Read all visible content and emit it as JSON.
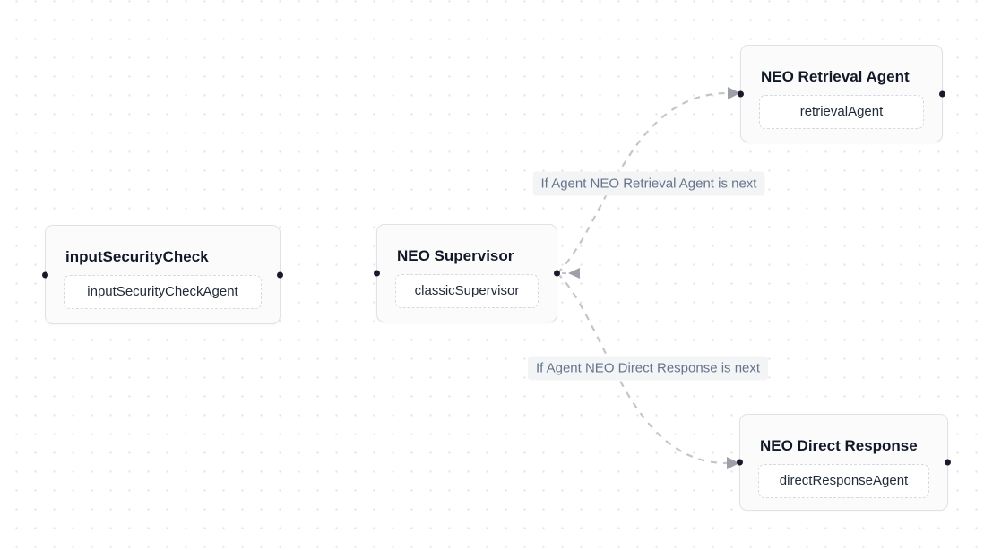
{
  "app": {
    "view": "agent-flow-canvas",
    "background": "#ffffff",
    "grid_dot_color": "#e0e1e5"
  },
  "colors": {
    "node_background": "#fbfbfc",
    "node_border": "#dee2e9",
    "node_title_text": "#111827",
    "chip_border_dashed": "#d5d9e0",
    "chip_text": "#1f2937",
    "handle_dot": "#1a192b",
    "edge_stroke": "#c3c5cb",
    "edge_arrow": "#9da0a8",
    "edge_label_text": "#64748b",
    "edge_label_background": "#f3f4f6"
  },
  "nodes": [
    {
      "title": "inputSecurityCheck",
      "agent": "inputSecurityCheckAgent"
    },
    {
      "title": "NEO Supervisor",
      "agent": "classicSupervisor"
    },
    {
      "title": "NEO Retrieval Agent",
      "agent": "retrievalAgent"
    },
    {
      "title": "NEO Direct Response",
      "agent": "directResponseAgent"
    }
  ],
  "edges": [
    {
      "from": "NEO Supervisor",
      "to": "NEO Retrieval Agent",
      "label": "If Agent NEO Retrieval Agent is next",
      "style": "dashed"
    },
    {
      "from": "NEO Supervisor",
      "to": "NEO Direct Response",
      "label": "If Agent NEO Direct Response is next",
      "style": "dashed"
    }
  ]
}
